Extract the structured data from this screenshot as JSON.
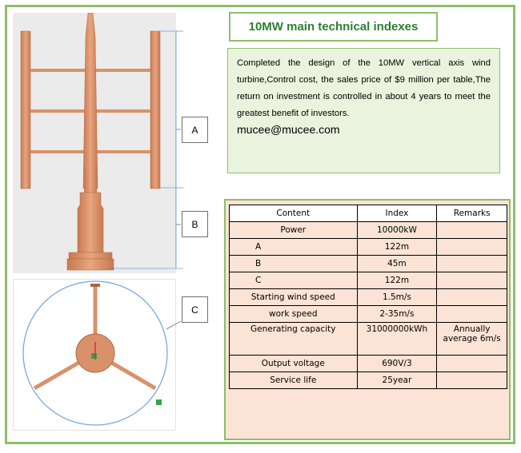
{
  "title": "10MW main technical indexes",
  "description": "Completed the design of the 10MW vertical axis wind turbine,Control cost, the sales price of $9 million per table,The return on investment is controlled in about 4 years to meet the greatest benefit of investors.",
  "email": "mucee@mucee.com",
  "callouts": [
    "A",
    "B",
    "C"
  ],
  "table": {
    "headers": [
      "Content",
      "Index",
      "Remarks"
    ],
    "rows": [
      {
        "content": "Power",
        "index": "10000kW",
        "remarks": ""
      },
      {
        "content": "A",
        "index": "122m",
        "remarks": ""
      },
      {
        "content": "B",
        "index": "45m",
        "remarks": ""
      },
      {
        "content": "C",
        "index": "122m",
        "remarks": ""
      },
      {
        "content": "Starting wind speed",
        "index": "1.5m/s",
        "remarks": ""
      },
      {
        "content": "work speed",
        "index": "2-35m/s",
        "remarks": ""
      },
      {
        "content": "Generating capacity",
        "index": "31000000kWh",
        "remarks": "Annually average 6m/s"
      },
      {
        "content": "Output voltage",
        "index": "690V/3",
        "remarks": ""
      },
      {
        "content": "Service life",
        "index": "25year",
        "remarks": ""
      }
    ]
  },
  "colors": {
    "frame": "#8cbf6a",
    "title_text": "#2e7d32",
    "desc_bg": "#eaf3de",
    "table_bg": "#fbe4d5",
    "turbine": "#d9916a",
    "ring": "#6aa6e0"
  }
}
